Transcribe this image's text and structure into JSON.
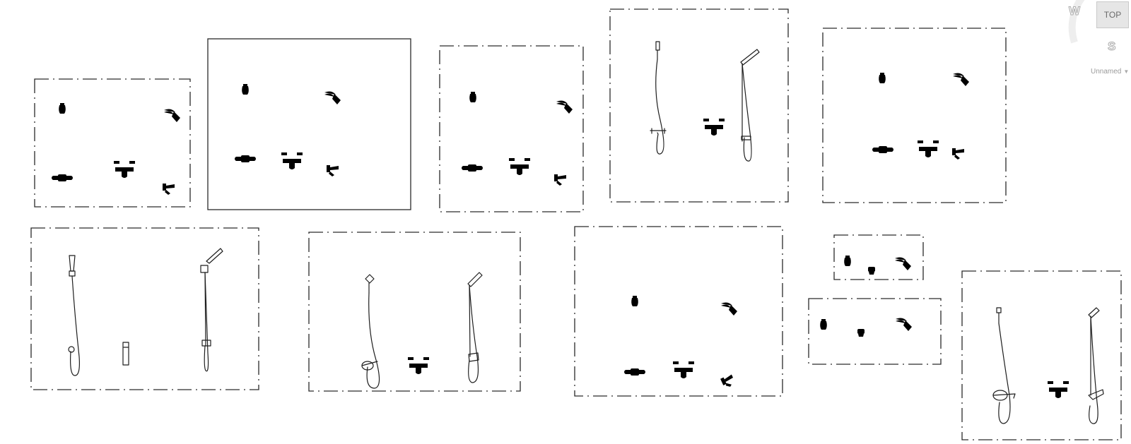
{
  "viewcube": {
    "face_top": "TOP",
    "compass_w": "W",
    "compass_s": "S",
    "view_selector": "Unnamed",
    "view_selector_icon": "chevron-down-icon"
  },
  "drawing": {
    "background": "#ffffff",
    "linework_color": "#1e1e1e",
    "blocks": [
      {
        "name": "block-group-1",
        "border": "dash-dot",
        "symbols": [
          "shower-head-icon",
          "shower-arm-icon",
          "mixer-valve-icon",
          "bath-mixer-icon",
          "spout-icon"
        ]
      },
      {
        "name": "block-group-2",
        "border": "solid",
        "symbols": [
          "shower-head-icon",
          "shower-arm-icon",
          "mixer-valve-icon",
          "bath-mixer-icon",
          "spout-icon"
        ]
      },
      {
        "name": "block-group-3",
        "border": "dash-dot",
        "symbols": [
          "shower-head-icon",
          "shower-arm-icon",
          "mixer-valve-icon",
          "bath-mixer-icon",
          "spout-icon"
        ]
      },
      {
        "name": "block-group-4",
        "border": "dash-dot",
        "symbols": [
          "hand-shower-hose-icon",
          "bath-mixer-icon",
          "shower-rail-icon"
        ]
      },
      {
        "name": "block-group-5",
        "border": "dash-dot",
        "symbols": [
          "shower-head-icon",
          "shower-arm-icon",
          "mixer-valve-icon",
          "bath-mixer-icon",
          "spout-icon"
        ]
      },
      {
        "name": "block-group-6",
        "border": "dash-dot",
        "symbols": [
          "hand-shower-hose-icon",
          "spout-icon",
          "shower-rail-icon"
        ]
      },
      {
        "name": "block-group-7",
        "border": "dash-dot",
        "symbols": [
          "hand-shower-hose-icon",
          "bath-mixer-icon",
          "shower-rail-icon"
        ]
      },
      {
        "name": "block-group-8",
        "border": "dash-dot",
        "symbols": [
          "shower-head-icon",
          "shower-arm-icon",
          "mixer-valve-icon",
          "bath-mixer-icon",
          "spout-icon"
        ]
      },
      {
        "name": "block-group-9",
        "border": "dash-dot",
        "symbols": [
          "shower-head-icon",
          "rain-shower-icon",
          "shower-arm-icon"
        ]
      },
      {
        "name": "block-group-10",
        "border": "dash-dot",
        "symbols": [
          "shower-head-icon",
          "rain-shower-icon",
          "shower-arm-icon"
        ]
      },
      {
        "name": "block-group-11",
        "border": "dash-dot",
        "symbols": [
          "hand-shower-hose-icon",
          "bath-mixer-icon",
          "shower-rail-icon"
        ]
      }
    ]
  }
}
